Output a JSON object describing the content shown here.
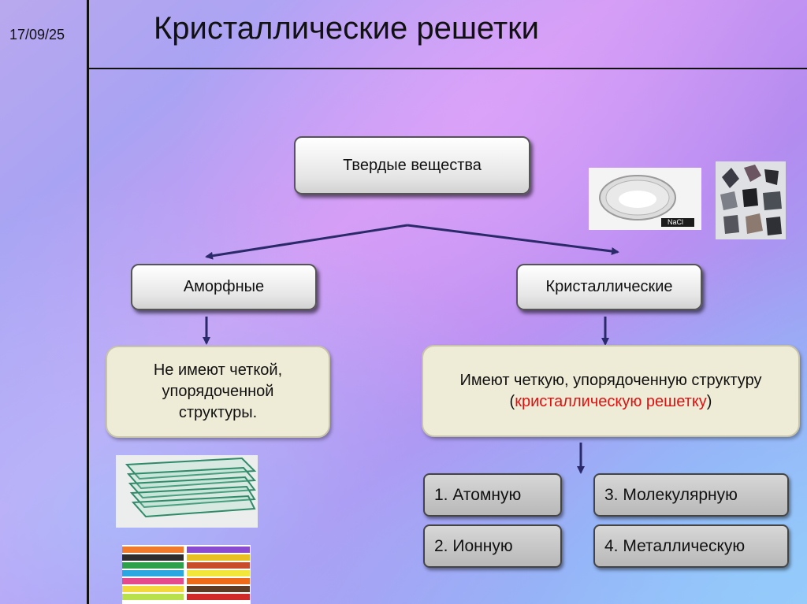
{
  "date": "17/09/25",
  "title": "Кристаллические решетки",
  "diagram": {
    "root": "Твердые вещества",
    "amorphous": {
      "label": "Аморфные",
      "description": "Не имеют четкой, упорядоченной структуры."
    },
    "crystalline": {
      "label": "Кристаллические",
      "description_prefix": "Имеют четкую, упорядоченную структуру (",
      "description_highlight_1": "кристаллическую",
      "description_highlight_2": "решетку",
      "description_suffix": ")",
      "highlight_color": "#e01010"
    },
    "lattice_types": [
      "1. Атомную",
      "2. Ионную",
      "3. Молекулярную",
      "4. Металлическую"
    ]
  },
  "images": {
    "nacl_label": "NaCl"
  }
}
